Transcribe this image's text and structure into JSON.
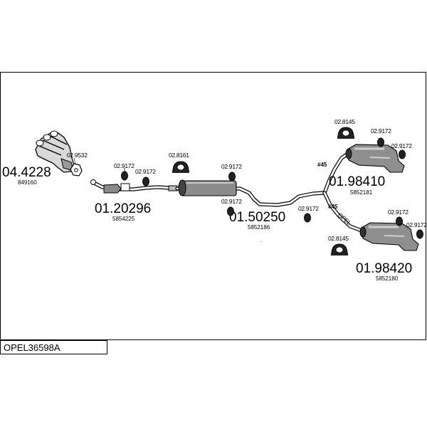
{
  "diagram": {
    "code": "OPEL36598A",
    "parts": [
      {
        "number": "04.4228",
        "ref": "849160"
      },
      {
        "number": "01.20296",
        "ref": "5854225"
      },
      {
        "number": "01.50250",
        "ref": "5852186"
      },
      {
        "number": "01.98410",
        "ref": "5852181"
      },
      {
        "number": "01.98420",
        "ref": "5852180"
      }
    ],
    "fittings": {
      "gasket_manifold": "02.9532",
      "hanger_a1": "02.9172",
      "hanger_a2": "02.9172",
      "clamp_mid": "02.8161",
      "hanger_b": "02.9172",
      "hanger_c": "02.9172",
      "hanger_d": "02.9172",
      "clamp_top": "02.8145",
      "hanger_e": "02.9172",
      "hanger_f": "02.9172",
      "hanger_g": "02.9172",
      "hanger_h": "02.9172",
      "clamp_bottom": "02.8145"
    },
    "cut_marks": {
      "upper": "#45",
      "lower": "#45"
    },
    "pipe_text": "OPEL"
  }
}
